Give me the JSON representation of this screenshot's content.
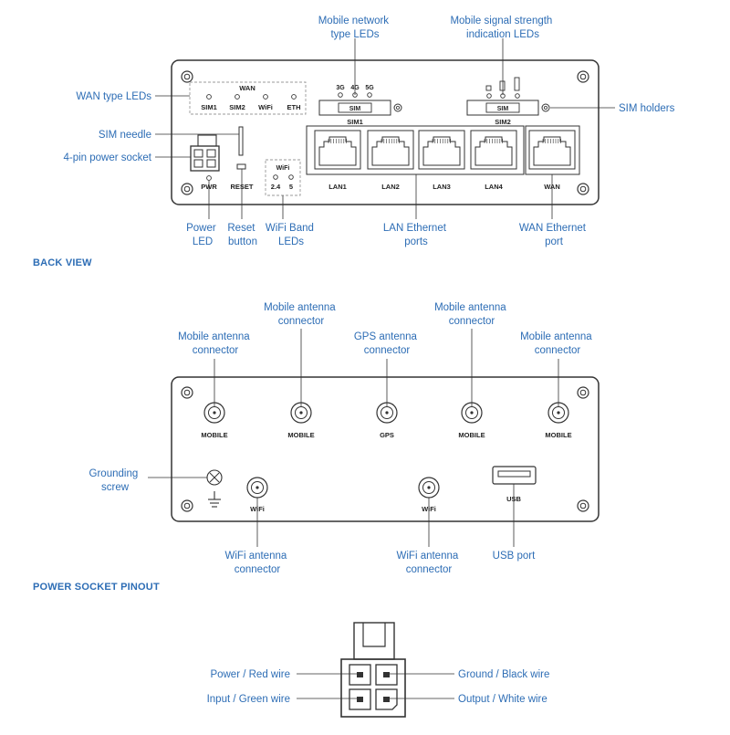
{
  "back_view": {
    "section_title": "BACK VIEW",
    "callouts": {
      "mobile_network_type_leds": [
        "Mobile network",
        "type LEDs"
      ],
      "mobile_signal_strength_leds": [
        "Mobile signal strength",
        "indication LEDs"
      ],
      "wan_type_leds": "WAN type LEDs",
      "sim_needle": "SIM needle",
      "power_socket": "4-pin power socket",
      "sim_holders": "SIM holders",
      "power_led": [
        "Power",
        "LED"
      ],
      "reset_button": [
        "Reset",
        "button"
      ],
      "wifi_band_leds": [
        "WiFi Band",
        "LEDs"
      ],
      "lan_ports": [
        "LAN Ethernet",
        "ports"
      ],
      "wan_port": [
        "WAN Ethernet",
        "port"
      ]
    },
    "device_labels": {
      "wan": "WAN",
      "sim1": "SIM1",
      "sim2": "SIM2",
      "wifi": "WiFi",
      "eth": "ETH",
      "g3": "3G",
      "g4": "4G",
      "g5": "5G",
      "sim": "SIM",
      "sim1_holder": "SIM1",
      "sim2_holder": "SIM2",
      "pwr": "PWR",
      "reset": "RESET",
      "wifi_band_title": "WiFi",
      "band_24": "2.4",
      "band_5": "5",
      "lan1": "LAN1",
      "lan2": "LAN2",
      "lan3": "LAN3",
      "lan4": "LAN4",
      "wan_port": "WAN"
    }
  },
  "front_view": {
    "callouts": {
      "mobile_antenna_1": [
        "Mobile antenna",
        "connector"
      ],
      "mobile_antenna_2": [
        "Mobile antenna",
        "connector"
      ],
      "gps_antenna": [
        "GPS antenna",
        "connector"
      ],
      "mobile_antenna_3": [
        "Mobile antenna",
        "connector"
      ],
      "mobile_antenna_4": [
        "Mobile antenna",
        "connector"
      ],
      "grounding_screw": [
        "Grounding",
        "screw"
      ],
      "wifi_antenna_1": [
        "WiFi antenna",
        "connector"
      ],
      "wifi_antenna_2": [
        "WiFi antenna",
        "connector"
      ],
      "usb_port": "USB port"
    },
    "device_labels": {
      "mobile": "MOBILE",
      "gps": "GPS",
      "wifi": "WiFi",
      "usb": "USB"
    }
  },
  "pinout": {
    "section_title": "POWER SOCKET PINOUT",
    "pins": {
      "power": "Power / Red wire",
      "ground": "Ground / Black wire",
      "input": "Input / Green wire",
      "output": "Output / White wire"
    }
  },
  "colors": {
    "accent": "#2d6db5",
    "outline": "#333333"
  }
}
